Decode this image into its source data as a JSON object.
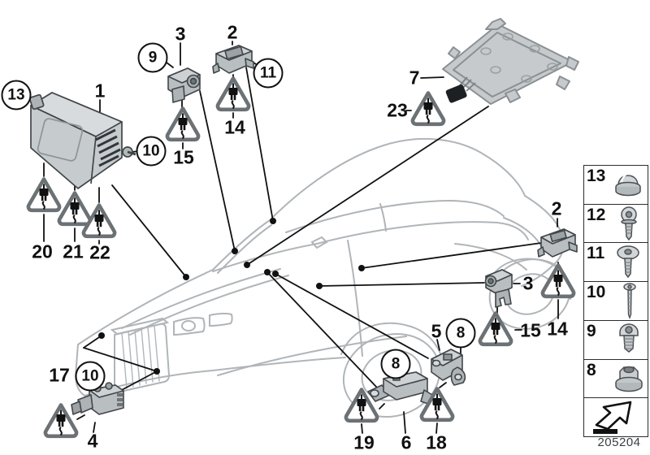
{
  "page": {
    "background": "#ffffff",
    "kind": "vehicle-parts-diagram"
  },
  "colors": {
    "callout_line": "#111111",
    "car_outline": "#b0b5b9",
    "warning_triangle": "#6b7174",
    "part_fill": "#bcc1c4",
    "part_stroke": "#41464a"
  },
  "callouts": {
    "plain": [
      {
        "id": "label-1",
        "text": "1"
      },
      {
        "id": "label-3-top",
        "text": "3"
      },
      {
        "id": "label-2-top",
        "text": "2"
      },
      {
        "id": "label-14-top",
        "text": "14"
      },
      {
        "id": "label-15-top",
        "text": "15"
      },
      {
        "id": "label-7",
        "text": "7"
      },
      {
        "id": "label-23",
        "text": "23"
      },
      {
        "id": "label-20",
        "text": "20"
      },
      {
        "id": "label-21",
        "text": "21"
      },
      {
        "id": "label-22",
        "text": "22"
      },
      {
        "id": "label-17",
        "text": "17"
      },
      {
        "id": "label-4",
        "text": "4"
      },
      {
        "id": "label-19",
        "text": "19"
      },
      {
        "id": "label-6",
        "text": "6"
      },
      {
        "id": "label-18",
        "text": "18"
      },
      {
        "id": "label-5",
        "text": "5"
      },
      {
        "id": "label-2-rear",
        "text": "2"
      },
      {
        "id": "label-3-rear",
        "text": "3"
      },
      {
        "id": "label-15-rear",
        "text": "15"
      },
      {
        "id": "label-14-rear",
        "text": "14"
      }
    ],
    "circled": [
      {
        "id": "circle-13",
        "text": "13"
      },
      {
        "id": "circle-9",
        "text": "9"
      },
      {
        "id": "circle-10-top",
        "text": "10"
      },
      {
        "id": "circle-11",
        "text": "11"
      },
      {
        "id": "circle-10-front",
        "text": "10"
      },
      {
        "id": "circle-8-left",
        "text": "8"
      },
      {
        "id": "circle-8-right",
        "text": "8"
      }
    ]
  },
  "legend": {
    "items": [
      {
        "number": "13",
        "icon": "plastic-rivet-icon"
      },
      {
        "number": "12",
        "icon": "torx-screw-icon"
      },
      {
        "number": "11",
        "icon": "pan-head-screw-icon"
      },
      {
        "number": "10",
        "icon": "long-screw-icon"
      },
      {
        "number": "9",
        "icon": "torx-bolt-icon"
      },
      {
        "number": "8",
        "icon": "flange-nut-icon"
      }
    ],
    "continuation_icon": "continuation-arrow-icon"
  },
  "warning_icon": "electrical-plug-warning",
  "footer": {
    "doc_number": "205204"
  }
}
